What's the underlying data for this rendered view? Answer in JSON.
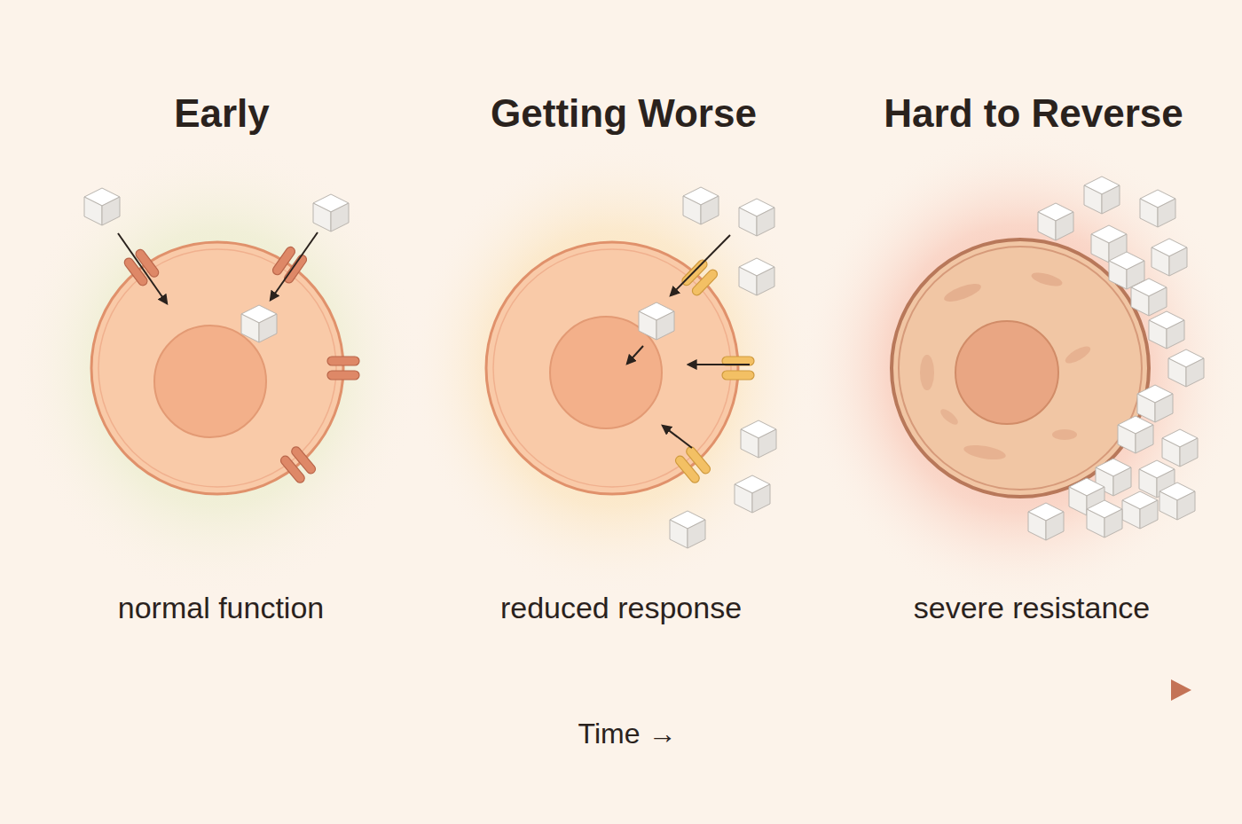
{
  "diagram": {
    "labels": [
      "Early",
      "Getting Worse",
      "Hard to Reverse",
      "normal function",
      "reduced response",
      "severe resistance",
      "Time →"
    ]
  }
}
